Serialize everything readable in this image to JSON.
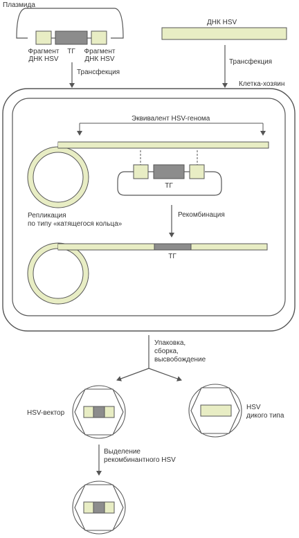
{
  "labels": {
    "plasmid": "Плазмида",
    "fragment_left_1": "Фрагмент",
    "fragment_left_2": "ДНК HSV",
    "tg_plasmid": "ТГ",
    "fragment_right_1": "Фрагмент",
    "fragment_right_2": "ДНК HSV",
    "transfection_left": "Трансфекция",
    "dna_hsv": "ДНК HSV",
    "transfection_right": "Трансфекция",
    "host_cell": "Клетка-хозяин",
    "genome_equivalent": "Эквивалент HSV-генома",
    "tg_inner": "ТГ",
    "replication_1": "Репликация",
    "replication_2": "по типу «катящегося кольца»",
    "recombination": "Рекомбинация",
    "tg_recombined": "ТГ",
    "packaging_1": "Упаковка,",
    "packaging_2": "сборка,",
    "packaging_3": "высвобождение",
    "hsv_vector": "HSV-вектор",
    "wild_type_1": "HSV",
    "wild_type_2": "дикого типа",
    "isolation_1": "Выделение",
    "isolation_2": "рекомбинантного HSV"
  },
  "colors": {
    "dna_fill": "#e8edc4",
    "tg_fill": "#8c8c8c",
    "stroke": "#555555"
  }
}
